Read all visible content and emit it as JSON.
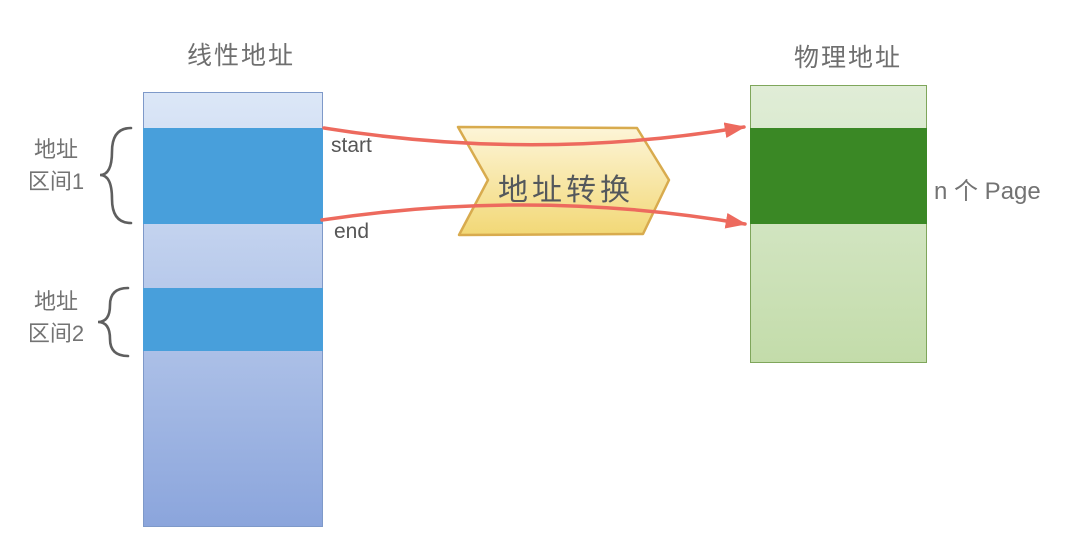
{
  "colors": {
    "linear-border": "#7e99c9",
    "linear-grad-top": "#dce7f7",
    "linear-grad-bottom": "#8ba5dc",
    "linear-segment-blue": "#489fdb",
    "physical-border": "#7fa65b",
    "physical-grad-top": "#e0edd7",
    "physical-grad-bottom": "#c3dcaa",
    "physical-segment-green": "#3a8825",
    "arrow-red": "#ed6a5e",
    "transform-fill-top": "#fdf5d8",
    "transform-fill-bottom": "#f2d876",
    "transform-border": "#d8ab4e",
    "brace-gray": "#5f5f5f",
    "title-gray": "#6f6f6f",
    "label-gray": "#737373",
    "annotation-gray": "#565656"
  },
  "linear": {
    "title": "线性地址",
    "region1": {
      "line1": "地址",
      "line2": "区间1"
    },
    "region2": {
      "line1": "地址",
      "line2": "区间2"
    }
  },
  "annotations": {
    "start": "start",
    "end": "end"
  },
  "transform": {
    "label": "地址转换"
  },
  "physical": {
    "title": "物理地址",
    "page_label": "n 个 Page"
  }
}
